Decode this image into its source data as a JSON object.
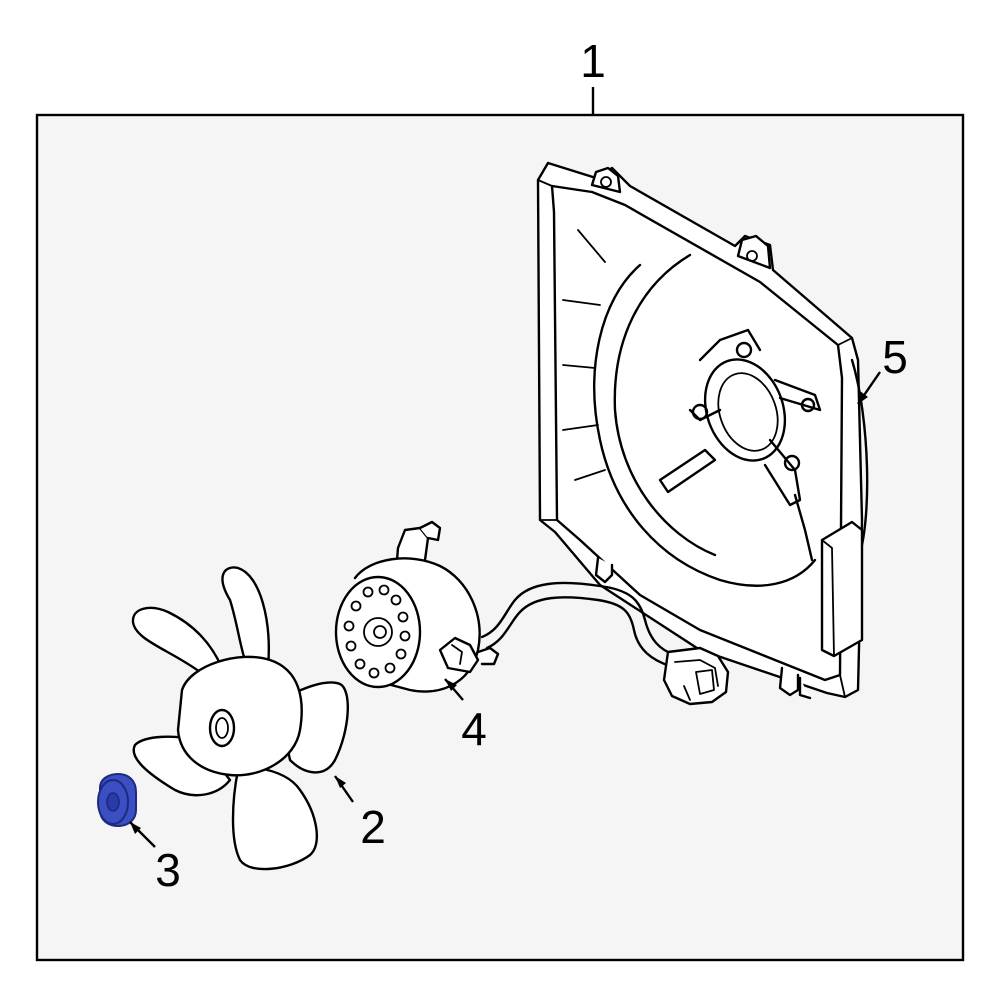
{
  "diagram": {
    "callouts": [
      {
        "id": "1",
        "label": "1"
      },
      {
        "id": "2",
        "label": "2"
      },
      {
        "id": "3",
        "label": "3"
      },
      {
        "id": "4",
        "label": "4"
      },
      {
        "id": "5",
        "label": "5"
      }
    ],
    "colors": {
      "highlight": "#3a4fc2",
      "highlight_dark": "#1d2a80",
      "line": "#000000",
      "frame_fill": "#f5f5f5"
    }
  }
}
